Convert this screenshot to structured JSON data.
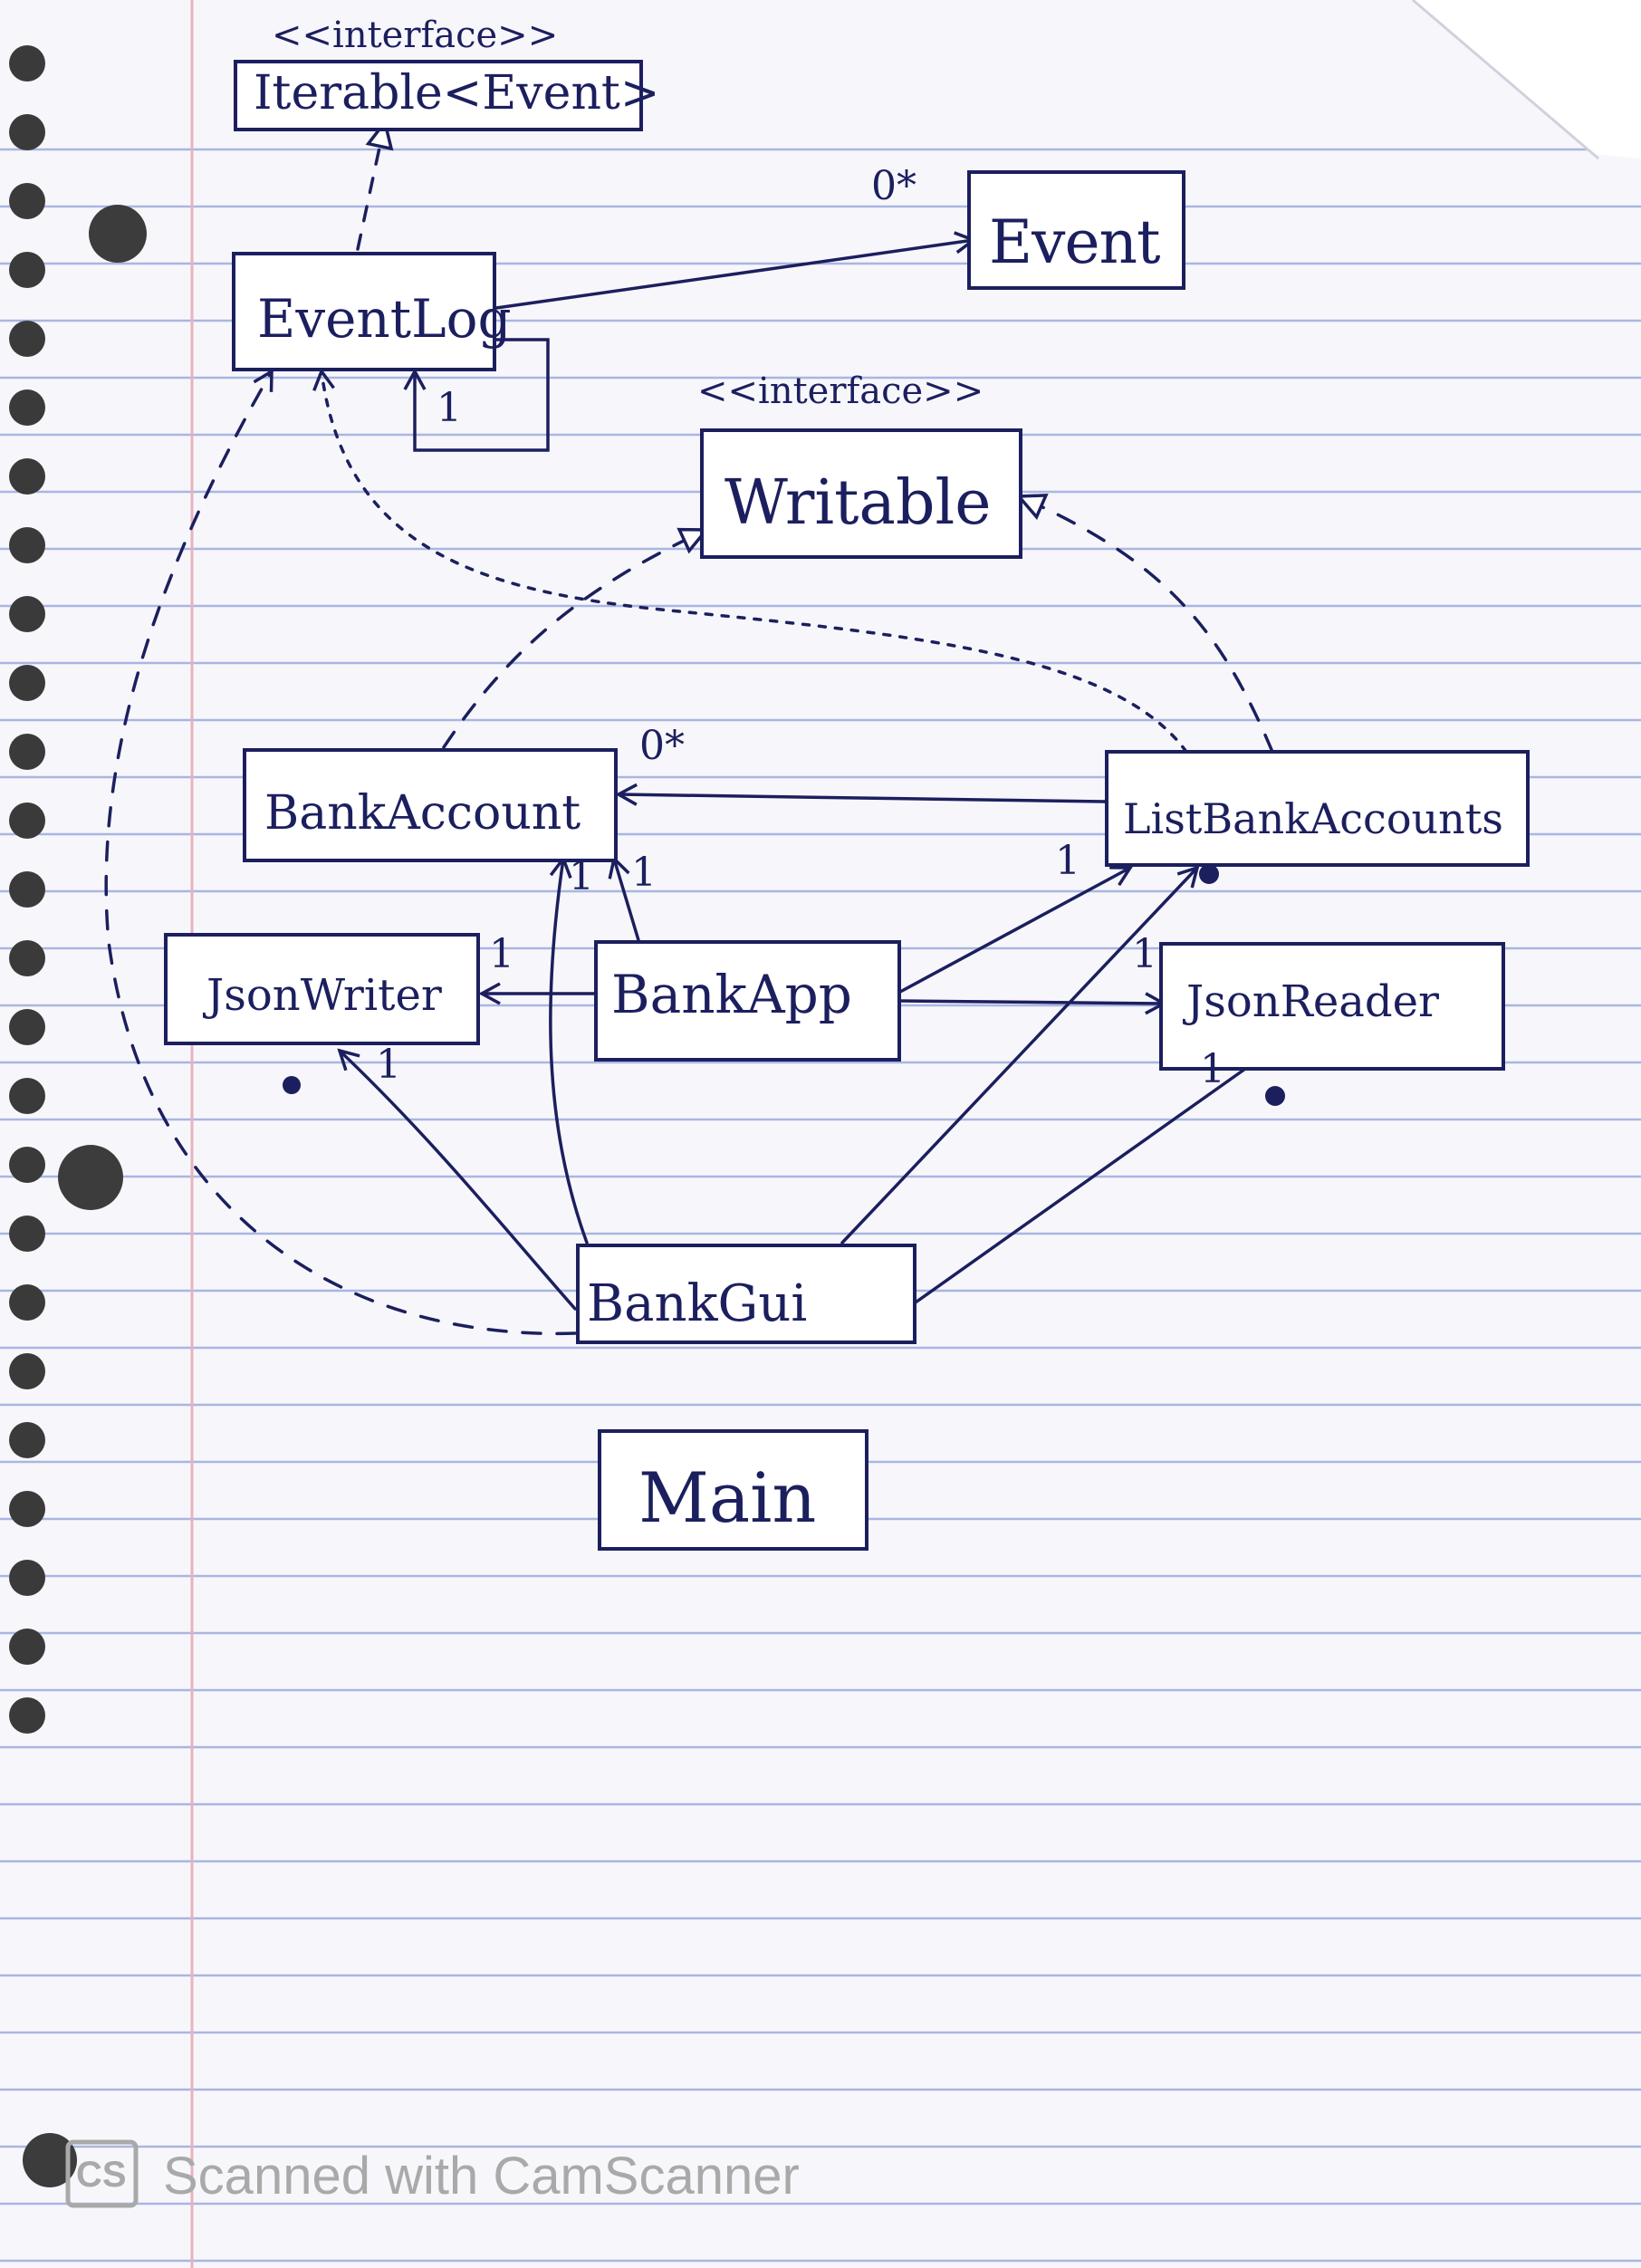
{
  "diagram": {
    "classes": {
      "iterable": {
        "stereotype": "<<interface>>",
        "name": "Iterable<Event>"
      },
      "event": {
        "name": "Event"
      },
      "eventlog": {
        "name": "EventLog"
      },
      "writable": {
        "stereotype": "<<interface>>",
        "name": "Writable"
      },
      "bankaccount": {
        "name": "BankAccount"
      },
      "listbankaccounts": {
        "name": "ListBankAccounts"
      },
      "jsonwriter": {
        "name": "JsonWriter"
      },
      "bankapp": {
        "name": "BankApp"
      },
      "jsonreader": {
        "name": "JsonReader"
      },
      "bankgui": {
        "name": "BankGui"
      },
      "main": {
        "name": "Main"
      }
    },
    "multiplicities": {
      "eventlog_event": "0*",
      "eventlog_self": "1",
      "bankaccount_list": "0*",
      "bankapp_bankaccount": "1",
      "bankgui_bankaccount": "1",
      "list_bankapp": "1",
      "bankapp_jsonwriter": "1",
      "bankapp_jsonreader": "1",
      "bankgui_jsonwriter": "1",
      "bankgui_jsonreader": "1"
    }
  },
  "watermark": {
    "logo": "CS",
    "text": "Scanned with CamScanner"
  },
  "colors": {
    "ink": "#1c1f5e",
    "rule_line": "#a9b6e2",
    "margin_line": "#e6b3bc",
    "paper": "#f7f7fb"
  }
}
